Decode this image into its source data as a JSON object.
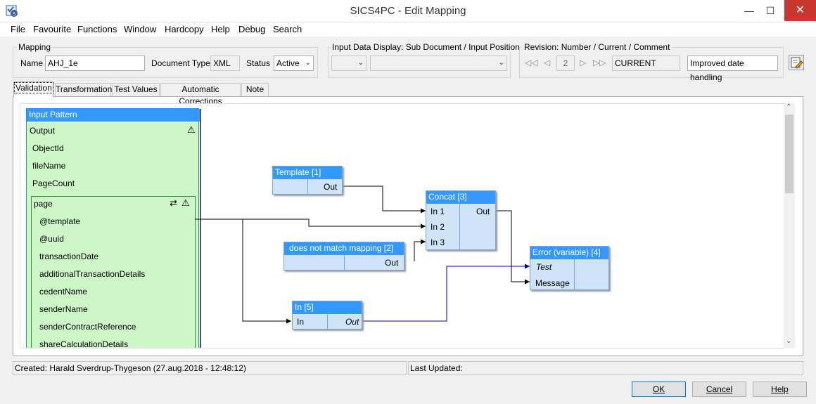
{
  "window": {
    "title": "SICS4PC - Edit Mapping"
  },
  "menu": [
    "File",
    "Favourite",
    "Functions",
    "Window",
    "Hardcopy",
    "Help",
    "Debug",
    "Search"
  ],
  "mapping": {
    "group_label": "Mapping",
    "name_label": "Name",
    "name_value": "AHJ_1e",
    "doctype_label": "Document Type",
    "doctype_value": "XML",
    "status_label": "Status",
    "status_value": "Active"
  },
  "input_display": {
    "group_label": "Input Data Display: Sub Document / Input Position"
  },
  "revision": {
    "group_label": "Revision: Number / Current / Comment",
    "number": "2",
    "current": "CURRENT",
    "comment": "Improved date handling"
  },
  "tabs": [
    "Validation",
    "Transformation",
    "Test Values",
    "Automatic Corrections",
    "Note"
  ],
  "tree": {
    "title": "Input Pattern",
    "root": "Output",
    "items": [
      "ObjectId",
      "fileName",
      "PageCount"
    ],
    "page": "page",
    "page_items": [
      "@template",
      "@uuid",
      "transactionDate",
      "additionalTransactionDetails",
      "cedentName",
      "senderName",
      "senderContractReference",
      "shareCalculationDetails"
    ]
  },
  "nodes": {
    "template": {
      "title": "Template [1]",
      "out": "Out"
    },
    "concat": {
      "title": "Concat [3]",
      "in1": "In 1",
      "in2": "In 2",
      "in3": "In 3",
      "out": "Out"
    },
    "nomatch": {
      "title": "does not match mapping [2]",
      "out": "Out"
    },
    "in5": {
      "title": "In [5]",
      "in": "In",
      "out": "Out"
    },
    "error": {
      "title": "Error (variable) [4]",
      "test": "Test",
      "message": "Message"
    }
  },
  "status": {
    "created": "Created: Harald Sverdrup-Thygeson (27.aug.2018 - 12:48:12)",
    "updated": "Last Updated:"
  },
  "buttons": {
    "ok": "OK",
    "cancel": "Cancel",
    "help": "Help"
  }
}
